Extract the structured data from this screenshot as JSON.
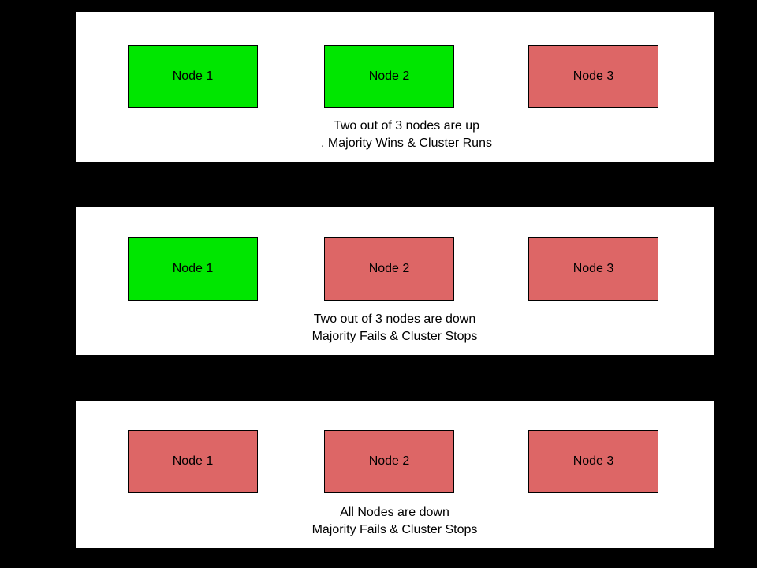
{
  "colors": {
    "background": "#000000",
    "panel_background": "#ffffff",
    "node_border": "#000000",
    "up": "#00e600",
    "down": "#dd6666"
  },
  "panels": [
    {
      "nodes": [
        {
          "label": "Node 1",
          "state": "up"
        },
        {
          "label": "Node 2",
          "state": "up"
        },
        {
          "label": "Node 3",
          "state": "down"
        }
      ],
      "caption_line1": "Two out of 3 nodes are up",
      "caption_line2": ", Majority Wins & Cluster Runs"
    },
    {
      "nodes": [
        {
          "label": "Node 1",
          "state": "up"
        },
        {
          "label": "Node 2",
          "state": "down"
        },
        {
          "label": "Node 3",
          "state": "down"
        }
      ],
      "caption_line1": "Two out of 3 nodes are down",
      "caption_line2": "Majority Fails & Cluster Stops"
    },
    {
      "nodes": [
        {
          "label": "Node 1",
          "state": "down"
        },
        {
          "label": "Node 2",
          "state": "down"
        },
        {
          "label": "Node 3",
          "state": "down"
        }
      ],
      "caption_line1": "All Nodes are down",
      "caption_line2": "Majority Fails & Cluster Stops"
    }
  ]
}
